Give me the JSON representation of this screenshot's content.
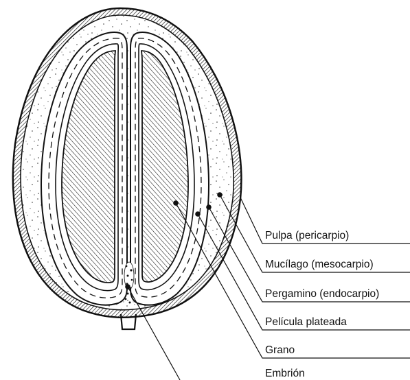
{
  "labels": {
    "pulpa": "Pulpa (pericarpio)",
    "mucilago": "Mucílago (mesocarpio)",
    "pergamino": "Pergamino (endocarpio)",
    "pelicula": "Película plateada",
    "grano": "Grano",
    "embrion": "Embrión"
  },
  "colors": {
    "ink": "#111111",
    "paper": "#ffffff"
  }
}
